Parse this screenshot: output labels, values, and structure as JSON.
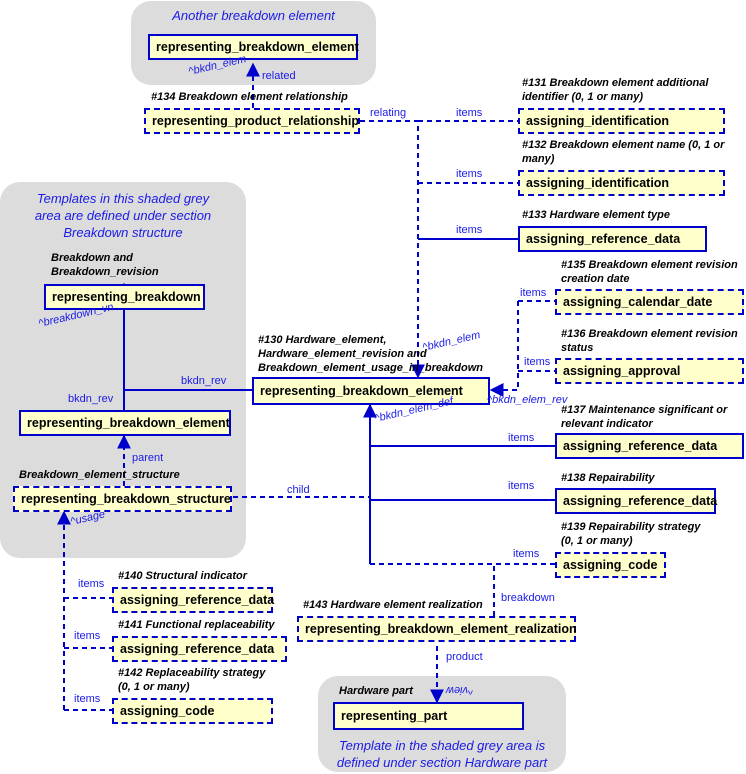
{
  "areas": {
    "top_note": "Another breakdown element",
    "left_note_1": "Templates in this shaded grey",
    "left_note_2": "area are defined under section",
    "left_note_3": "Breakdown structure",
    "bottom_note_1": "Template in the shaded grey area is",
    "bottom_note_2": "defined under section Hardware part"
  },
  "boxes": {
    "rbe_top": "representing_breakdown_element",
    "rpr": "representing_product_relationship",
    "ai_131": "assigning_identification",
    "ai_132": "assigning_identification",
    "ard_133": "assigning_reference_data",
    "rb": "representing_breakdown",
    "acd_135": "assigning_calendar_date",
    "aa_136": "assigning_approval",
    "rbe_main": "representing_breakdown_element",
    "rbe_left": "representing_breakdown_element",
    "ard_137": "assigning_reference_data",
    "rbs": "representing_breakdown_structure",
    "ard_138": "assigning_reference_data",
    "ac_139": "assigning_code",
    "ard_140": "assigning_reference_data",
    "rber": "representing_breakdown_element_realization",
    "ard_141": "assigning_reference_data",
    "ac_142": "assigning_code",
    "rp": "representing_part"
  },
  "captions": {
    "c134": "#134 Breakdown element relationship",
    "c131a": "#131 Breakdown element additional",
    "c131b": "identifier (0, 1 or many)",
    "c132a": "#132 Breakdown element name (0, 1 or",
    "c132b": "many)",
    "c133": "#133 Hardware element type",
    "cb1": "Breakdown and",
    "cb2": "Breakdown_revision",
    "c135a": "#135 Breakdown element revision",
    "c135b": "creation date",
    "c130a": "#130 Hardware_element,",
    "c130b": "Hardware_element_revision and",
    "c130c": "Breakdown_element_usage_in_breakdown",
    "c136a": "#136 Breakdown element revision",
    "c136b": "status",
    "c137a": "#137 Maintenance significant or",
    "c137b": "relevant indicator",
    "cbes": "Breakdown_element_structure",
    "c138": "#138 Repairability",
    "c139a": "#139 Repairability strategy",
    "c139b": "(0, 1 or many)",
    "c140": "#140 Structural indicator",
    "c143": "#143 Hardware element realization",
    "c141": "#141 Functional replaceability",
    "c142a": "#142 Replaceability strategy",
    "c142b": "(0, 1 or many)",
    "chp": "Hardware part"
  },
  "labels": {
    "bkdn_elem_top": "^bkdn_elem",
    "related": "related",
    "relating": "relating",
    "items_131": "items",
    "items_132": "items",
    "items_133": "items",
    "items_135": "items",
    "bkdn_elem_main": "^bkdn_elem",
    "items_136": "items",
    "breakdown_vn": "^breakdown_vn",
    "bkdn_rev_a": "bkdn_rev",
    "bkdn_rev_b": "bkdn_rev",
    "bkdn_elem_rev": "^bkdn_elem_rev",
    "bkdn_elem_def": "^bkdn_elem_def",
    "items_137": "items",
    "parent": "parent",
    "child": "child",
    "items_138": "items",
    "usage": "^usage",
    "items_139": "items",
    "items_140": "items",
    "breakdown": "breakdown",
    "items_141": "items",
    "product": "product",
    "view": "^view",
    "items_142": "items"
  }
}
